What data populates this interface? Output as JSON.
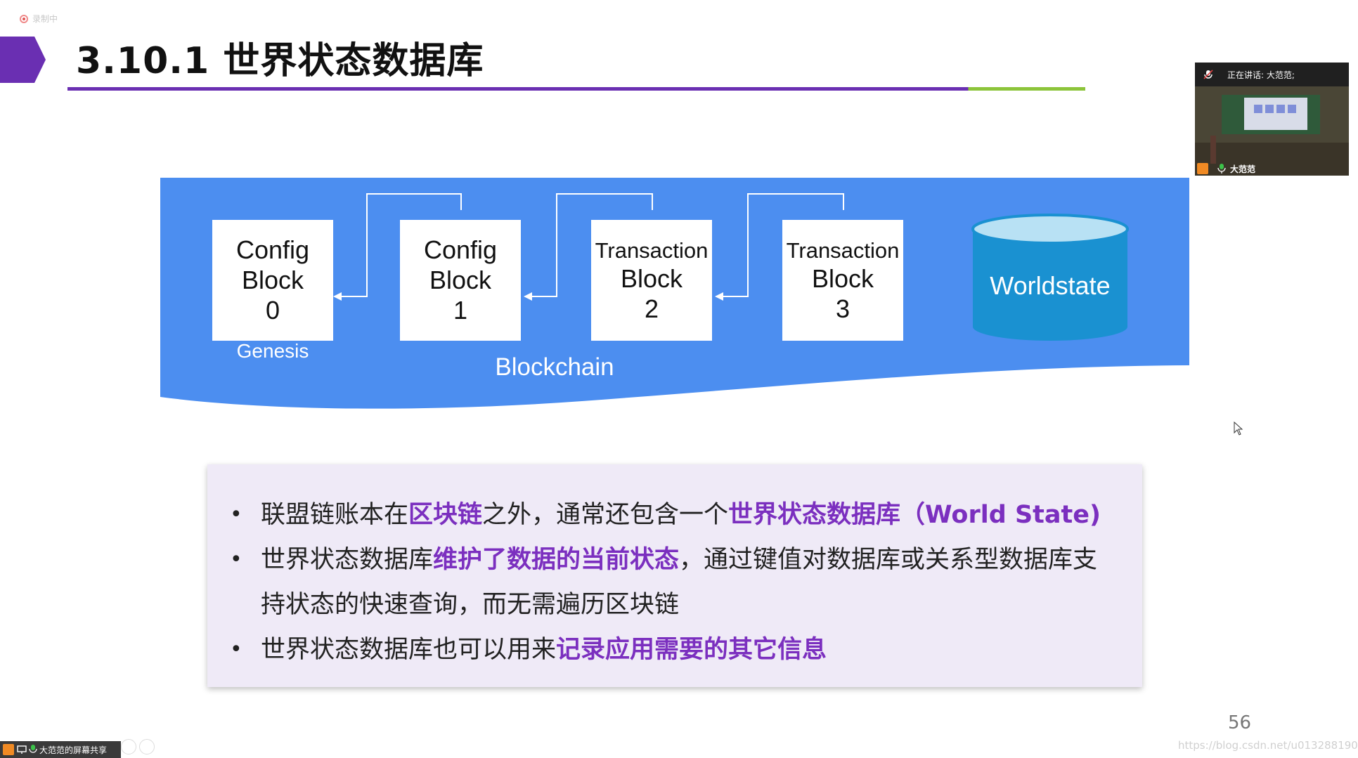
{
  "recording": {
    "label": "录制中"
  },
  "slide": {
    "title": "3.10.1 世界状态数据库",
    "page_number": "56",
    "colors": {
      "accent_purple": "#6a2fb2",
      "accent_green": "#8cc43a",
      "diagram_blue": "#4c8ef0",
      "db_blue": "#1a91d1",
      "highlight": "#7b2fbf"
    }
  },
  "diagram": {
    "blocks": [
      {
        "lines": [
          "Config",
          "Block",
          "0"
        ]
      },
      {
        "lines": [
          "Config",
          "Block",
          "1"
        ]
      },
      {
        "lines": [
          "Transaction",
          "Block",
          "2"
        ]
      },
      {
        "lines": [
          "Transaction",
          "Block",
          "3"
        ]
      }
    ],
    "genesis_label": "Genesis",
    "blockchain_label": "Blockchain",
    "worldstate_label": "Worldstate"
  },
  "bullets": [
    {
      "segments": [
        {
          "text": "联盟链账本在",
          "highlight": false
        },
        {
          "text": "区块链",
          "highlight": true
        },
        {
          "text": "之外，通常还包含一个",
          "highlight": false
        },
        {
          "text": "世界状态数据库（World State)",
          "highlight": true
        }
      ]
    },
    {
      "segments": [
        {
          "text": "世界状态数据库",
          "highlight": false
        },
        {
          "text": "维护了数据的当前状态",
          "highlight": true
        },
        {
          "text": "，通过键值对数据库或关系型数据库支持状态的快速查询，而无需遍历区块链",
          "highlight": false
        }
      ]
    },
    {
      "segments": [
        {
          "text": "世界状态数据库也可以用来",
          "highlight": false
        },
        {
          "text": "记录应用需要的其它信息",
          "highlight": true
        }
      ]
    }
  ],
  "video": {
    "speaker_text": "正在讲话: 大范范;",
    "participant_name": "大范范"
  },
  "share_bar": {
    "label": "大范范的屏幕共享"
  },
  "watermark": "https://blog.csdn.net/u013288190"
}
